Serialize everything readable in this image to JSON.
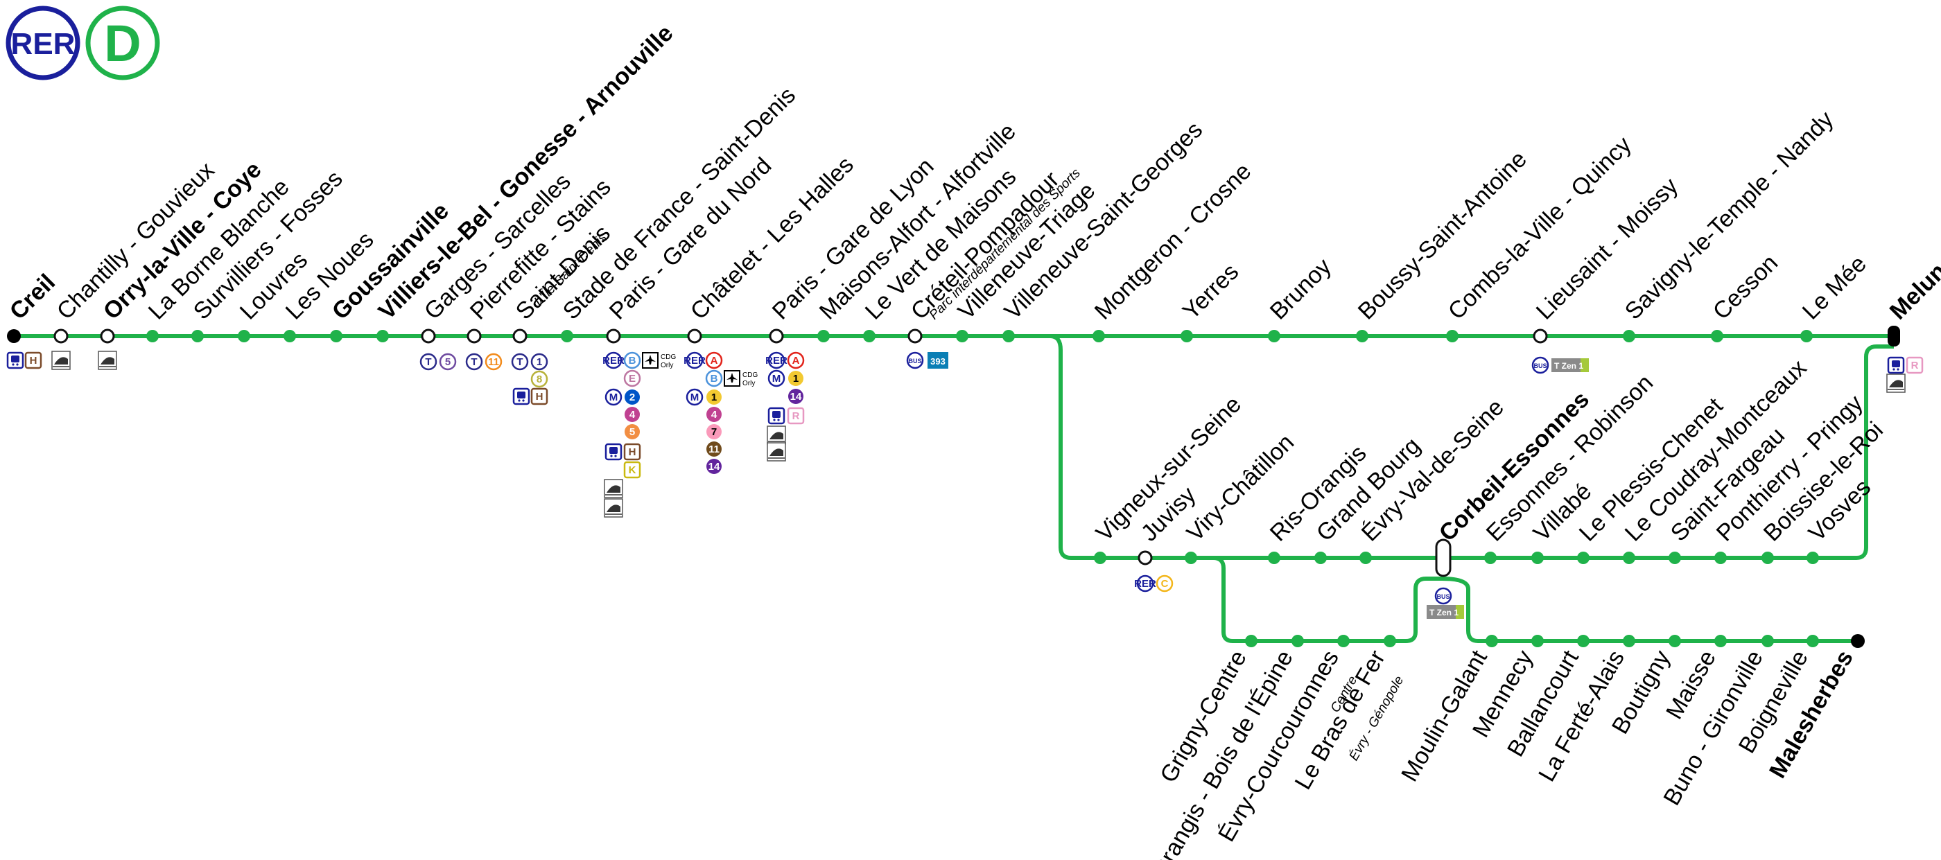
{
  "logo": {
    "network": "RER",
    "line": "D"
  },
  "colors": {
    "line": "#1fb24a",
    "rer_blue": "#1a1f9c",
    "terminus": "#000000"
  },
  "stations": {
    "main": [
      "Creil",
      "Chantilly - Gouvieux",
      "Orry-la-Ville - Coye",
      "La Borne Blanche",
      "Survilliers - Fosses",
      "Louvres",
      "Les Noues",
      "Goussainville",
      "Villiers-le-Bel - Gonesse - Arnouville",
      "Garges - Sarcelles",
      "Pierrefitte - Stains",
      "Saint-Denis",
      "Stade de France - Saint-Denis",
      "Paris - Gare du Nord",
      "Châtelet - Les Halles",
      "Paris - Gare de Lyon",
      "Maisons-Alfort - Alfortville",
      "Le Vert de Maisons",
      "Créteil-Pompadour",
      "Villeneuve-Triage",
      "Villeneuve-Saint-Georges",
      "Montgeron - Crosne",
      "Yerres",
      "Brunoy",
      "Boussy-Saint-Antoine",
      "Combs-la-Ville - Quincy",
      "Lieusaint - Moissy",
      "Savigny-le-Temple - Nandy",
      "Cesson",
      "Le Mée",
      "Melun"
    ],
    "valley": [
      "Vigneux-sur-Seine",
      "Juvisy",
      "Viry-Châtillon",
      "Ris-Orangis",
      "Grand Bourg",
      "Évry-Val-de-Seine",
      "Corbeil-Essonnes",
      "Essonnes - Robinson",
      "Villabé",
      "Le Plessis-Chenet",
      "Le Coudray-Montceaux",
      "Saint-Fargeau",
      "Ponthierry - Pringy",
      "Boissise-le-Roi",
      "Vosves"
    ],
    "evry": [
      "Grigny-Centre",
      "Orangis - Bois de l'Épine",
      "Évry-Courcouronnes",
      "Le Bras de Fer"
    ],
    "malesherbes": [
      "Moulin-Galant",
      "Mennecy",
      "Ballancourt",
      "La Ferté-Alais",
      "Boutigny",
      "Maisse",
      "Buno - Gironville",
      "Boigneville",
      "Malesherbes"
    ]
  },
  "sublabels": {
    "saint_denis": "L'Île-Saint-Denis",
    "creteil": "Parc interdépartemental des Sports",
    "evry_courcouronnes": "Centre",
    "bras_de_fer": "Évry - Génopole"
  },
  "correspondences": {
    "tram_badges": [
      "T",
      "5",
      "T",
      "11",
      "T",
      "1",
      "8"
    ],
    "rer_badges": [
      "RER",
      "B",
      "E",
      "RER",
      "A",
      "B",
      "RER",
      "A",
      "RER",
      "C"
    ],
    "metro_badges": [
      "M",
      "2",
      "4",
      "5",
      "M",
      "1",
      "4",
      "7",
      "11",
      "14",
      "M",
      "1",
      "14"
    ],
    "transilien_badges": [
      "H",
      "H",
      "K",
      "H",
      "R",
      "R"
    ],
    "airport_text": [
      "CDG",
      "Orly",
      "CDG",
      "Orly"
    ],
    "bus_labels": [
      "BUS",
      "BUS",
      "BUS"
    ],
    "bus_lines": [
      "393",
      "T Zen 1",
      "T Zen 1"
    ]
  }
}
